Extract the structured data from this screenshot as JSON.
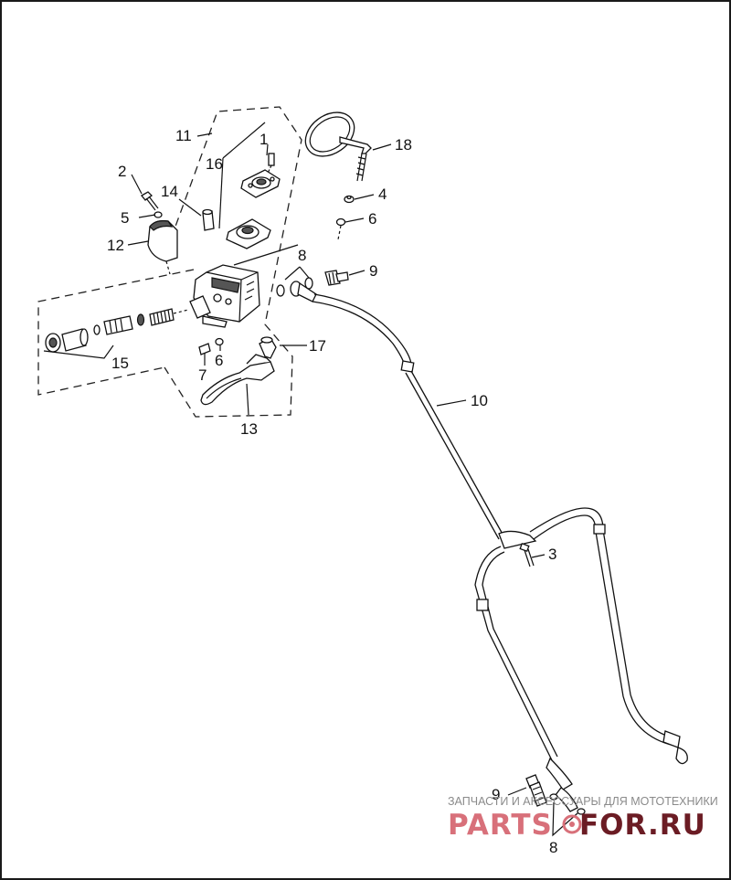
{
  "diagram": {
    "callouts": {
      "c1": "1",
      "c2": "2",
      "c3": "3",
      "c4": "4",
      "c5": "5",
      "c6a": "6",
      "c6b": "6",
      "c7": "7",
      "c8a": "8",
      "c8b": "8",
      "c9a": "9",
      "c9b": "9",
      "c10": "10",
      "c11": "11",
      "c12": "12",
      "c13": "13",
      "c14": "14",
      "c15": "15",
      "c16": "16",
      "c17": "17",
      "c18": "18"
    }
  },
  "watermark": {
    "caption": "ЗАПЧАСТИ И АКСЕССУАРЫ ДЛЯ МОТОТЕХНИКИ",
    "brand_left": "PARTS",
    "brand_right": "FOR.RU",
    "accent_color": "#d8707a"
  }
}
